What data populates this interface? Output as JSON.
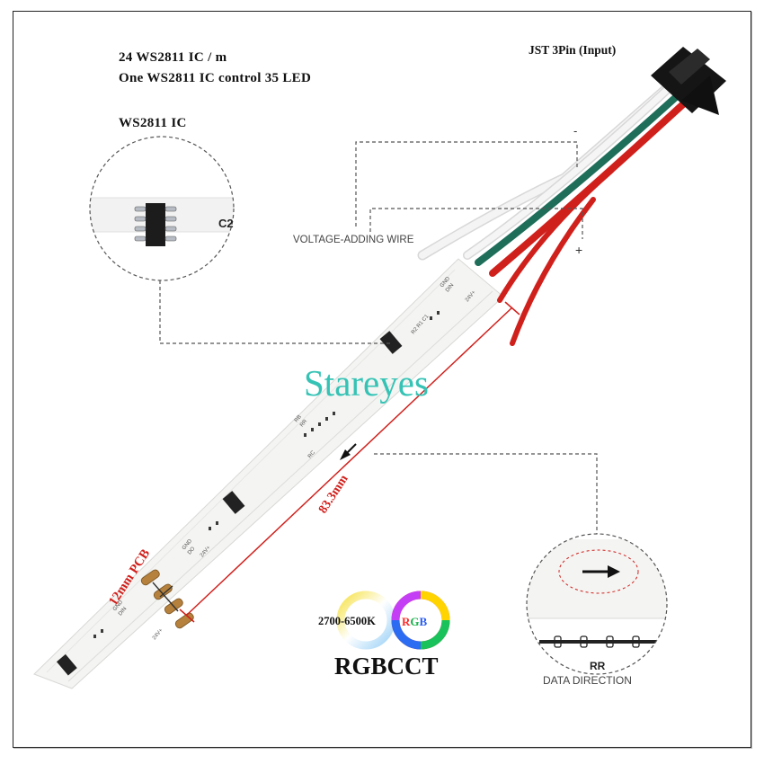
{
  "specs": {
    "line1": "24 WS2811 IC / m",
    "line2": "One WS2811 IC control  35 LED"
  },
  "labels": {
    "ic": "WS2811 IC",
    "ic_marking": "C2",
    "connector": "JST 3Pin (Input)",
    "voltage_wire": "VOLTAGE-ADDING WIRE",
    "minus": "-",
    "plus": "+",
    "data_direction": "DATA DIRECTION",
    "strip_marking": "RR",
    "length": "83.3mm",
    "pcb_width": "12mm PCB"
  },
  "brand": "Stareyes",
  "logo": {
    "cct_range": "2700-6500K",
    "rgb": "RGB",
    "product": "RGBCCT"
  },
  "colors": {
    "brand": "#35c3b5",
    "dimension_red": "#d0201c",
    "wire_red": "#d0201c",
    "wire_green": "#1e6e5a",
    "wire_white": "#ececec"
  }
}
